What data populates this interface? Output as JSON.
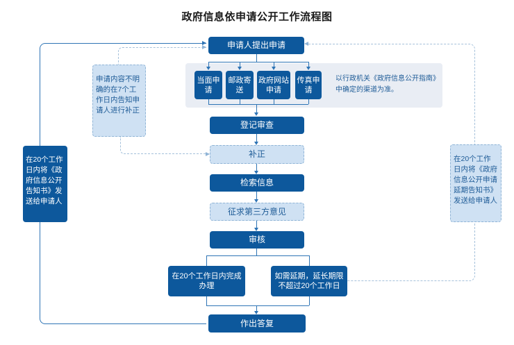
{
  "title": "政府信息依申请公开工作流程图",
  "nodes": {
    "apply": "申请人提出申请",
    "channels": [
      "当面申请",
      "邮政寄送",
      "政府网站申请",
      "传真申请"
    ],
    "channels_note": "以行政机关《政府信息公开指南》中确定的渠道为准。",
    "register": "登记审查",
    "correction": "补正",
    "retrieve": "检索信息",
    "third_party": "征求第三方意见",
    "review": "审核",
    "complete": "在20个工作日内完成办理",
    "extend": "如需延期，延长期限不超过20个工作日",
    "reply": "作出答复",
    "correction_note": "申请内容不明确的在7个工作日内告知申请人进行补正",
    "notice_left": "在20个工作日内将《政府信息公开告知书》发送给申请人",
    "notice_right": "在20个工作日内将《政府信息公开申请延期告知书》 发送给申请人"
  },
  "colors": {
    "dark_box": "#0d589c",
    "light_box_bg": "#cfe1f3",
    "light_box_border": "#8fb4d6",
    "panel_bg": "#e9edf4",
    "solid_line": "#2e74b5",
    "dashed_line": "#a4c0da",
    "dark_text": "#1f5c97"
  }
}
